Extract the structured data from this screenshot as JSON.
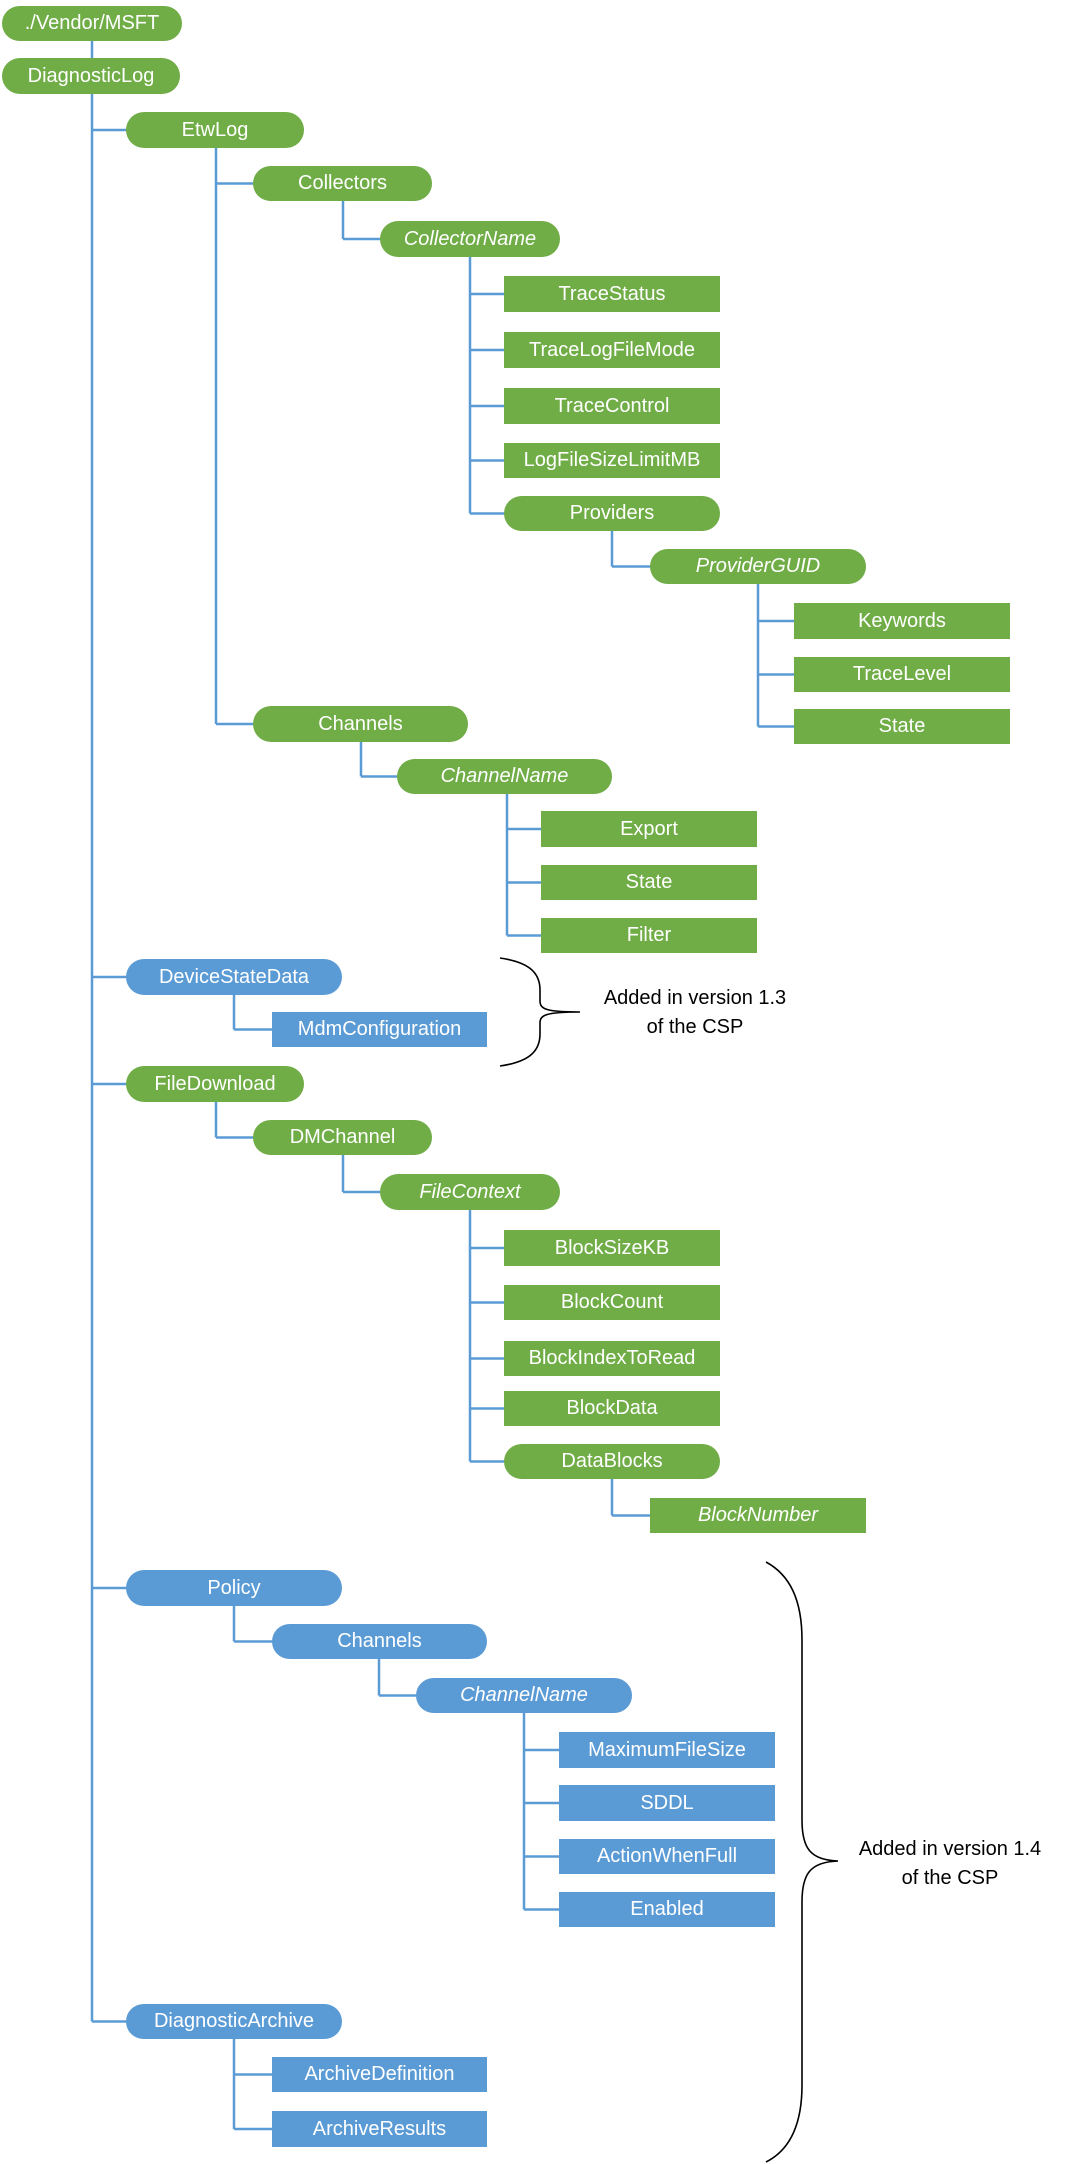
{
  "nodes": [
    {
      "id": "vendor",
      "text": "./Vendor/MSFT",
      "color": "green",
      "shape": "pill"
    },
    {
      "id": "diag",
      "text": "DiagnosticLog",
      "color": "green",
      "shape": "pill"
    },
    {
      "id": "etwlog",
      "text": "EtwLog",
      "color": "green",
      "shape": "pill"
    },
    {
      "id": "collectors",
      "text": "Collectors",
      "color": "green",
      "shape": "pill"
    },
    {
      "id": "collectorname",
      "text": "CollectorName",
      "color": "green",
      "shape": "pill",
      "italic": true
    },
    {
      "id": "tracestatus",
      "text": "TraceStatus",
      "color": "green",
      "shape": "rect"
    },
    {
      "id": "tracelogfilemode",
      "text": "TraceLogFileMode",
      "color": "green",
      "shape": "rect"
    },
    {
      "id": "tracecontrol",
      "text": "TraceControl",
      "color": "green",
      "shape": "rect"
    },
    {
      "id": "logfilesizelimitmb",
      "text": "LogFileSizeLimitMB",
      "color": "green",
      "shape": "rect"
    },
    {
      "id": "providers",
      "text": "Providers",
      "color": "green",
      "shape": "pill"
    },
    {
      "id": "providerguid",
      "text": "ProviderGUID",
      "color": "green",
      "shape": "pill",
      "italic": true
    },
    {
      "id": "keywords",
      "text": "Keywords",
      "color": "green",
      "shape": "rect"
    },
    {
      "id": "tracelevel",
      "text": "TraceLevel",
      "color": "green",
      "shape": "rect"
    },
    {
      "id": "state1",
      "text": "State",
      "color": "green",
      "shape": "rect"
    },
    {
      "id": "channels1",
      "text": "Channels",
      "color": "green",
      "shape": "pill"
    },
    {
      "id": "channelname1",
      "text": "ChannelName",
      "color": "green",
      "shape": "pill",
      "italic": true
    },
    {
      "id": "export",
      "text": "Export",
      "color": "green",
      "shape": "rect"
    },
    {
      "id": "state2",
      "text": "State",
      "color": "green",
      "shape": "rect"
    },
    {
      "id": "filter",
      "text": "Filter",
      "color": "green",
      "shape": "rect"
    },
    {
      "id": "devicestatedata",
      "text": "DeviceStateData",
      "color": "blue",
      "shape": "pill"
    },
    {
      "id": "mdmconfiguration",
      "text": "MdmConfiguration",
      "color": "blue",
      "shape": "rect"
    },
    {
      "id": "filedownload",
      "text": "FileDownload",
      "color": "green",
      "shape": "pill"
    },
    {
      "id": "dmchannel",
      "text": "DMChannel",
      "color": "green",
      "shape": "pill"
    },
    {
      "id": "filecontext",
      "text": "FileContext",
      "color": "green",
      "shape": "pill",
      "italic": true
    },
    {
      "id": "blocksizekb",
      "text": "BlockSizeKB",
      "color": "green",
      "shape": "rect"
    },
    {
      "id": "blockcount",
      "text": "BlockCount",
      "color": "green",
      "shape": "rect"
    },
    {
      "id": "blockindextoread",
      "text": "BlockIndexToRead",
      "color": "green",
      "shape": "rect"
    },
    {
      "id": "blockdata",
      "text": "BlockData",
      "color": "green",
      "shape": "rect"
    },
    {
      "id": "datablocks",
      "text": "DataBlocks",
      "color": "green",
      "shape": "pill"
    },
    {
      "id": "blocknumber",
      "text": "BlockNumber",
      "color": "green",
      "shape": "rect",
      "italic": true
    },
    {
      "id": "policy",
      "text": "Policy",
      "color": "blue",
      "shape": "pill"
    },
    {
      "id": "channels2",
      "text": "Channels",
      "color": "blue",
      "shape": "pill"
    },
    {
      "id": "channelname2",
      "text": "ChannelName",
      "color": "blue",
      "shape": "pill",
      "italic": true
    },
    {
      "id": "maximumfilesize",
      "text": "MaximumFileSize",
      "color": "blue",
      "shape": "rect"
    },
    {
      "id": "sddl",
      "text": "SDDL",
      "color": "blue",
      "shape": "rect"
    },
    {
      "id": "actionwhenfull",
      "text": "ActionWhenFull",
      "color": "blue",
      "shape": "rect"
    },
    {
      "id": "enabled",
      "text": "Enabled",
      "color": "blue",
      "shape": "rect"
    },
    {
      "id": "diagnosticarchive",
      "text": "DiagnosticArchive",
      "color": "blue",
      "shape": "pill"
    },
    {
      "id": "archivedefinition",
      "text": "ArchiveDefinition",
      "color": "blue",
      "shape": "rect"
    },
    {
      "id": "archiveresults",
      "text": "ArchiveResults",
      "color": "blue",
      "shape": "rect"
    }
  ],
  "edges": [
    [
      "vendor",
      "diag"
    ],
    [
      "diag",
      "etwlog"
    ],
    [
      "diag",
      "devicestatedata"
    ],
    [
      "diag",
      "filedownload"
    ],
    [
      "diag",
      "policy"
    ],
    [
      "diag",
      "diagnosticarchive"
    ],
    [
      "etwlog",
      "collectors"
    ],
    [
      "etwlog",
      "channels1"
    ],
    [
      "collectors",
      "collectorname"
    ],
    [
      "collectorname",
      "tracestatus"
    ],
    [
      "collectorname",
      "tracelogfilemode"
    ],
    [
      "collectorname",
      "tracecontrol"
    ],
    [
      "collectorname",
      "logfilesizelimitmb"
    ],
    [
      "collectorname",
      "providers"
    ],
    [
      "providers",
      "providerguid"
    ],
    [
      "providerguid",
      "keywords"
    ],
    [
      "providerguid",
      "tracelevel"
    ],
    [
      "providerguid",
      "state1"
    ],
    [
      "channels1",
      "channelname1"
    ],
    [
      "channelname1",
      "export"
    ],
    [
      "channelname1",
      "state2"
    ],
    [
      "channelname1",
      "filter"
    ],
    [
      "devicestatedata",
      "mdmconfiguration"
    ],
    [
      "filedownload",
      "dmchannel"
    ],
    [
      "dmchannel",
      "filecontext"
    ],
    [
      "filecontext",
      "blocksizekb"
    ],
    [
      "filecontext",
      "blockcount"
    ],
    [
      "filecontext",
      "blockindextoread"
    ],
    [
      "filecontext",
      "blockdata"
    ],
    [
      "filecontext",
      "datablocks"
    ],
    [
      "datablocks",
      "blocknumber"
    ],
    [
      "policy",
      "channels2"
    ],
    [
      "channels2",
      "channelname2"
    ],
    [
      "channelname2",
      "maximumfilesize"
    ],
    [
      "channelname2",
      "sddl"
    ],
    [
      "channelname2",
      "actionwhenfull"
    ],
    [
      "channelname2",
      "enabled"
    ],
    [
      "diagnosticarchive",
      "archivedefinition"
    ],
    [
      "diagnosticarchive",
      "archiveresults"
    ]
  ],
  "annotations": [
    {
      "id": "note13",
      "line1": "Added in version 1.3",
      "line2": "of the CSP"
    },
    {
      "id": "note14",
      "line1": "Added in version 1.4",
      "line2": "of the CSP"
    }
  ],
  "colors": {
    "green": "#70ad47",
    "blue": "#5b9bd5",
    "connector": "#5b9bd5",
    "brace": "#000000"
  }
}
